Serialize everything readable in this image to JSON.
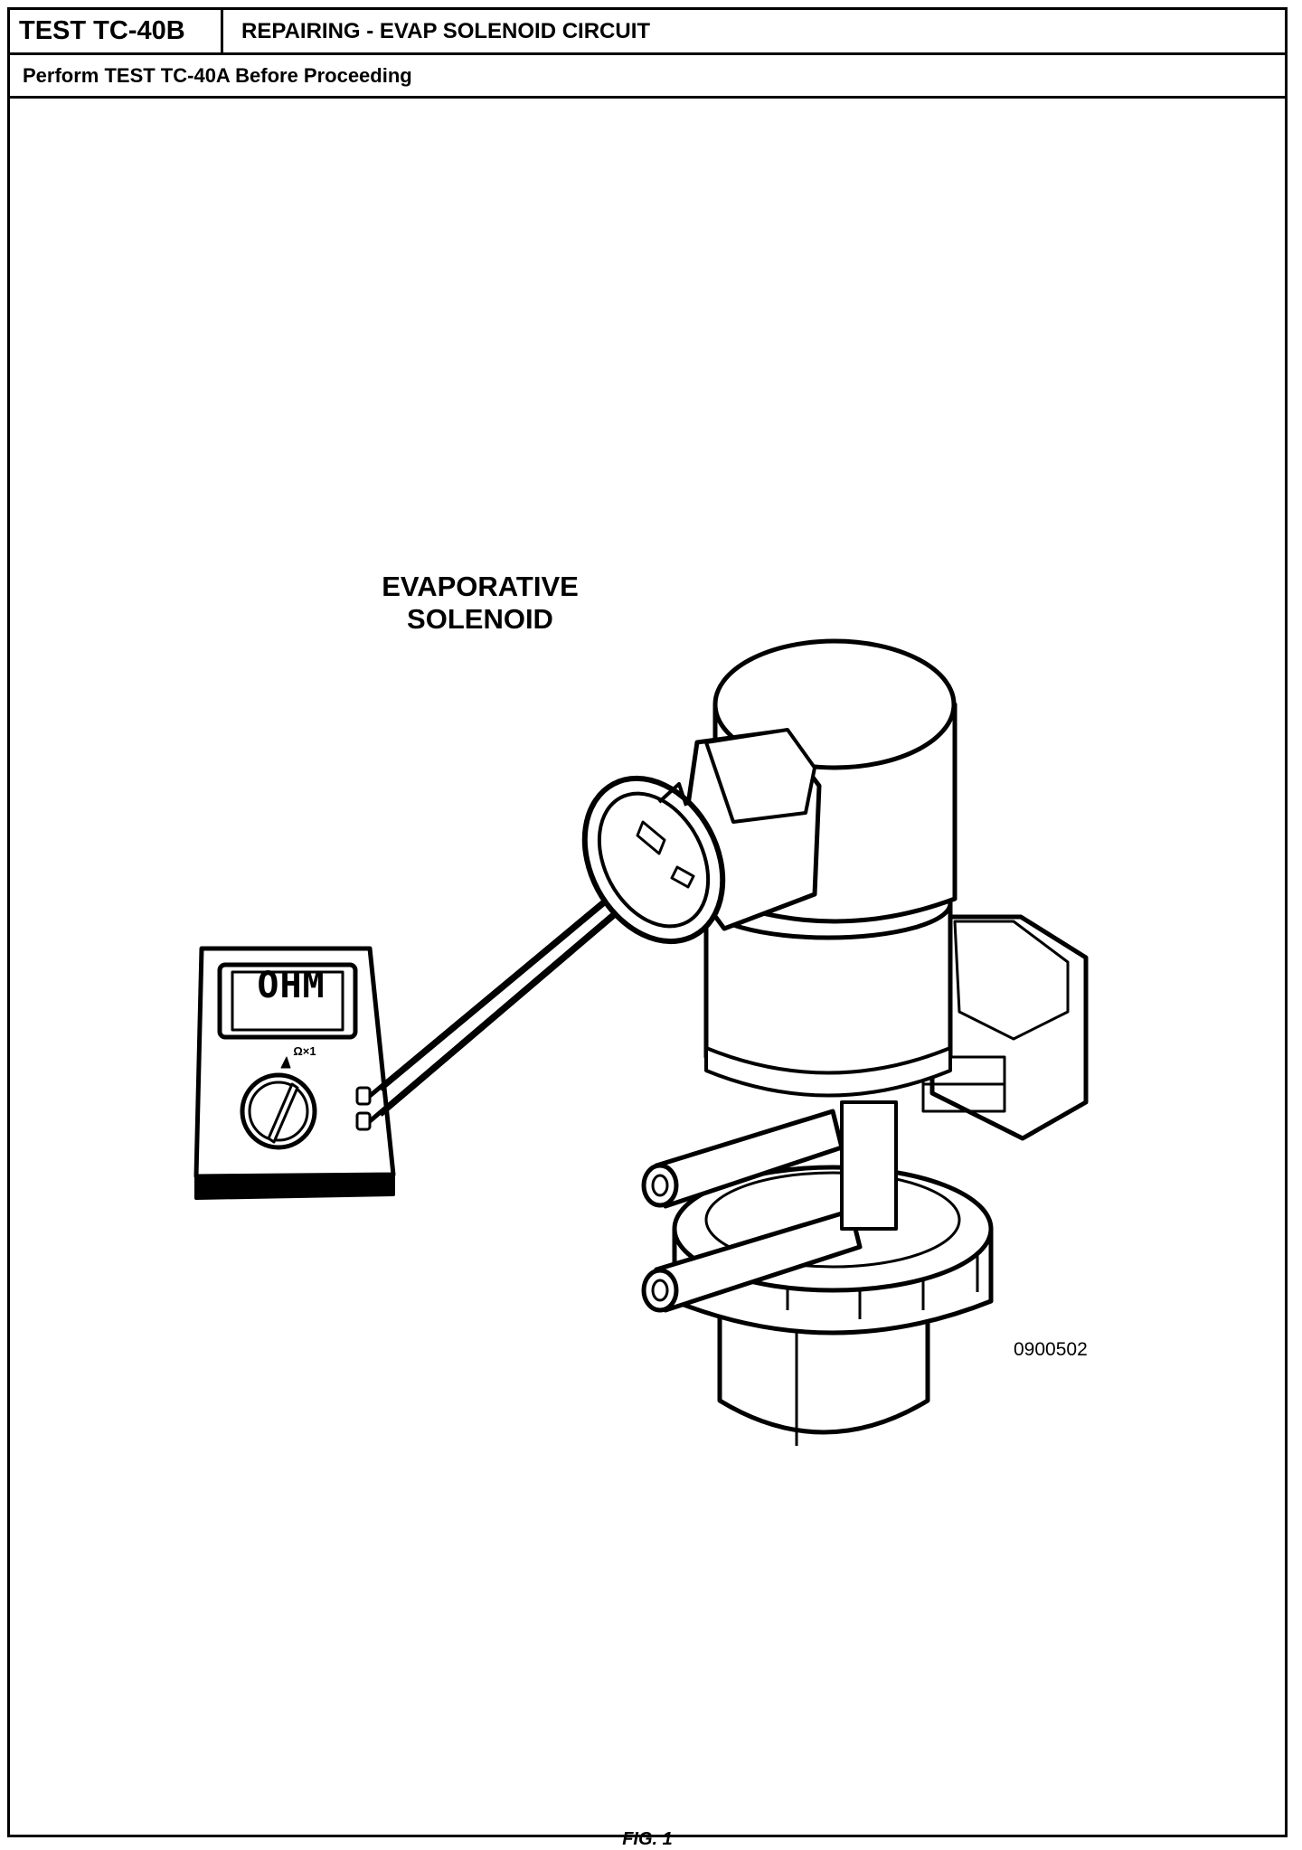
{
  "header": {
    "test_id": "TEST TC-40B",
    "title": "REPAIRING - EVAP SOLENOID CIRCUIT",
    "prerequisite": "Perform TEST TC-40A Before Proceeding"
  },
  "figure": {
    "callout_label": "EVAPORATIVE\nSOLENOID",
    "meter_display": "OHM",
    "meter_range": "Ω×1",
    "illustration_code": "0900502",
    "caption": "FIG. 1"
  }
}
